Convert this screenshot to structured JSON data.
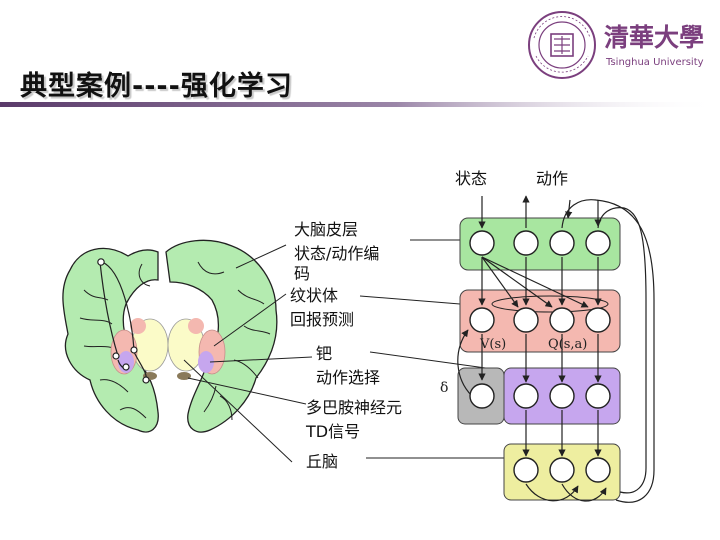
{
  "slide": {
    "title": "典型案例----强化学习"
  },
  "logo": {
    "name_cn": "清華大學",
    "name_en": "Tsinghua University",
    "seal_text": "TSINGHUA UNIVERSITY 1911"
  },
  "labels": {
    "cortex_line1": "大脑皮层",
    "cortex_line2": "状态/动作编",
    "cortex_line3": "码",
    "striatum_line1": "纹状体",
    "striatum_line2": "回报预测",
    "pallidum_line1": "钯",
    "pallidum_line2": "动作选择",
    "dopamine_line1": "多巴胺神经元",
    "dopamine_line2": "TD信号",
    "thalamus": "丘脑",
    "state": "状态",
    "action": "动作",
    "value_state": "V(s)",
    "value_action": "Q(s,a)",
    "delta": "δ"
  },
  "colors": {
    "cortex": "#a8e6a0",
    "striatum": "#f4b8b0",
    "pallidum": "#c6a6ee",
    "dopamine": "#b8b8b8",
    "thalamus": "#eeeea0",
    "title_rule": "#7a5a8c"
  }
}
